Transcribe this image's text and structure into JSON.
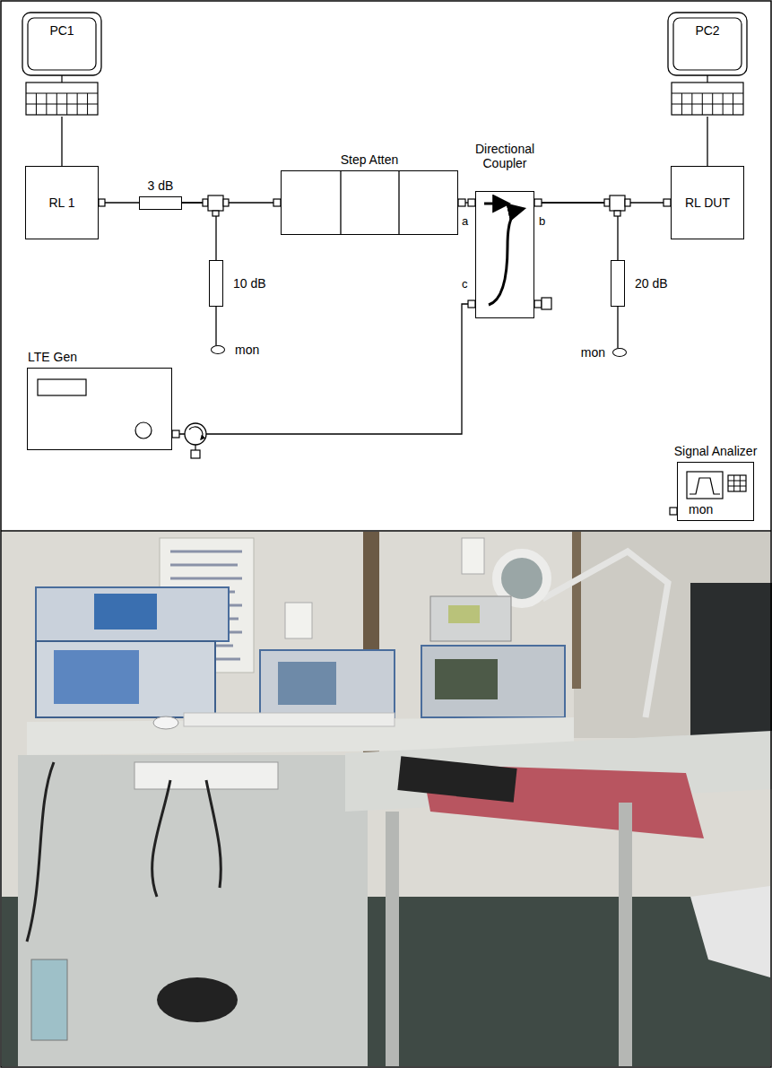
{
  "diagram": {
    "nodes": [
      {
        "text": [
          "PC1"
        ]
      },
      {
        "text": [
          "RL 1"
        ]
      },
      {
        "text": [
          "3 dB"
        ]
      },
      {
        "text": [
          "Step Atten"
        ]
      },
      {
        "text": [
          "10 dB"
        ]
      },
      {
        "text": [
          "mon"
        ]
      },
      {
        "text": [
          "Directional Coupler"
        ]
      },
      {
        "text": [
          "PC2"
        ]
      },
      {
        "text": [
          "RL DUT"
        ]
      },
      {
        "text": [
          "20 dB"
        ]
      },
      {
        "text": [
          "mon"
        ]
      },
      {
        "text": [
          "LTE Gen"
        ]
      },
      {
        "text": [
          "Signal Analizer",
          "mon"
        ]
      }
    ],
    "edges": [
      {
        "from": 0,
        "to": 1,
        "arrow": "none"
      },
      {
        "from": 1,
        "to": 2,
        "arrow": "none"
      },
      {
        "from": 2,
        "to": 3,
        "arrow": "none"
      },
      {
        "from": 2,
        "to": 4,
        "arrow": "none"
      },
      {
        "from": 4,
        "to": 5,
        "arrow": "none"
      },
      {
        "from": 3,
        "to": 6,
        "arrow": "none"
      },
      {
        "from": 6,
        "to": 8,
        "arrow": "none"
      },
      {
        "from": 6,
        "to": 9,
        "arrow": "none"
      },
      {
        "from": 9,
        "to": 10,
        "arrow": "none"
      },
      {
        "from": 11,
        "to": 6,
        "arrow": "none"
      },
      {
        "from": 7,
        "to": 8,
        "arrow": "none"
      }
    ],
    "labels": [
      "a",
      "b",
      "c"
    ]
  }
}
